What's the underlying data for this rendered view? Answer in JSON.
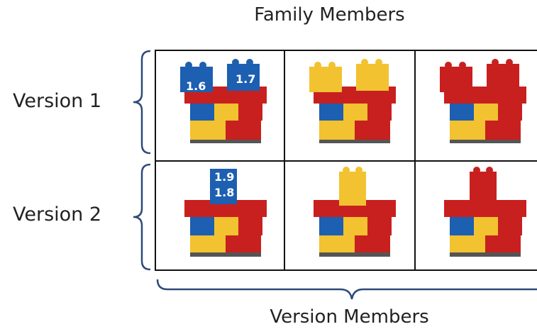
{
  "titles": {
    "top": "Family Members",
    "bottom": "Version Members"
  },
  "rows": [
    {
      "label": "Version 1"
    },
    {
      "label": "Version 2"
    }
  ],
  "annotations": {
    "v1_left": "1.6",
    "v1_right": "1.7",
    "v2_top": "1.9",
    "v2_bottom": "1.8"
  },
  "colors": {
    "red": "#c8201f",
    "blue": "#1d5fb0",
    "yellow": "#f2c230",
    "bracket": "#2e4a7a"
  }
}
